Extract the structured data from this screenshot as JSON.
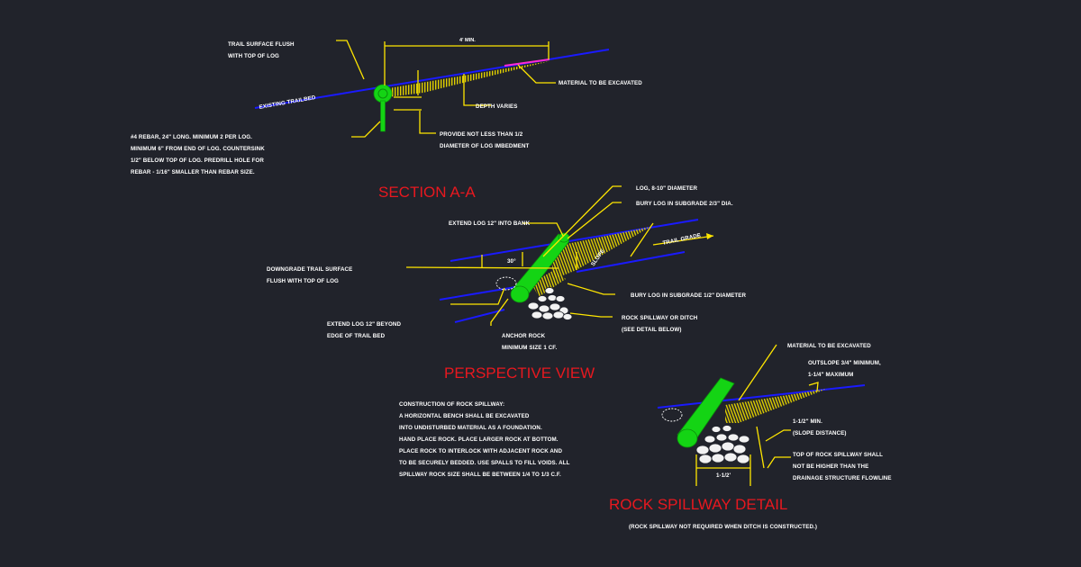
{
  "colors": {
    "background": "#21232b",
    "leader": "#ffe600",
    "trail_line": "#1a1aff",
    "log": "#14d414",
    "excavation": "#ff2ad4",
    "title": "#e8181f",
    "text": "#ffffff"
  },
  "section": {
    "title": "SECTION A-A",
    "trail_surface_flush": [
      "TRAIL SURFACE FLUSH",
      "WITH TOP OF LOG"
    ],
    "dimension": "4' MIN.",
    "existing_trailbed": "EXISTING TRAILBED",
    "material_excavated": "MATERIAL TO BE EXCAVATED",
    "depth_varies": "DEPTH VARIES",
    "provide_note": [
      "PROVIDE NOT LESS THAN 1/2",
      "DIAMETER OF LOG IMBEDMENT"
    ],
    "rebar_note": [
      "#4 REBAR, 24\" LONG. MINIMUM 2 PER LOG.",
      "MINIMUM 6\" FROM END OF LOG. COUNTERSINK",
      "1/2\" BELOW TOP OF LOG. PREDRILL HOLE FOR",
      "REBAR - 1/16\" SMALLER THAN REBAR SIZE."
    ]
  },
  "perspective": {
    "title": "PERSPECTIVE VIEW",
    "log_diameter": "LOG, 8-10\" DIAMETER",
    "bury_two_thirds": "BURY LOG IN SUBGRADE 2/3\" DIA.",
    "extend_into_bank": "EXTEND LOG 12\" INTO BANK",
    "trail_grade": "TRAIL GRADE",
    "angle": "30°",
    "slope": "SLOPE",
    "downgrade": [
      "DOWNGRADE TRAIL SURFACE",
      "FLUSH WITH TOP OF LOG"
    ],
    "bury_half": "BURY LOG IN SUBGRADE 1/2\" DIAMETER",
    "rock_spillway": [
      "ROCK SPILLWAY OR DITCH",
      "(SEE DETAIL BELOW)"
    ],
    "extend_beyond": [
      "EXTEND LOG 12\" BEYOND",
      "EDGE OF TRAIL BED"
    ],
    "anchor_rock": [
      "ANCHOR ROCK",
      "MINIMUM SIZE 1 CF."
    ]
  },
  "spillway": {
    "title": "ROCK SPILLWAY DETAIL",
    "construction_note": [
      "CONSTRUCTION OF ROCK SPILLWAY:",
      "A HORIZONTAL BENCH SHALL BE EXCAVATED",
      "INTO UNDISTURBED MATERIAL AS A FOUNDATION.",
      "HAND PLACE ROCK. PLACE LARGER ROCK AT BOTTOM.",
      "PLACE ROCK TO INTERLOCK WITH ADJACENT ROCK AND",
      "TO BE SECURELY BEDDED. USE SPALLS TO FILL VOIDS. ALL",
      "SPILLWAY ROCK SIZE SHALL BE BETWEEN 1/4 TO 1/3 C.F."
    ],
    "material_excavated": "MATERIAL TO BE EXCAVATED",
    "outslope": [
      "OUTSLOPE 3/4\" MINIMUM,",
      "1-1/4\" MAXIMUM"
    ],
    "slope_distance": [
      "1-1/2\" MIN.",
      "(SLOPE DISTANCE)"
    ],
    "top_of_rock": [
      "TOP OF ROCK SPILLWAY SHALL",
      "NOT BE HIGHER THAN THE",
      "DRAINAGE STRUCTURE FLOWLINE"
    ],
    "width_dim": "1-1/2'",
    "footnote": "(ROCK SPILLWAY NOT REQUIRED WHEN DITCH IS CONSTRUCTED.)"
  }
}
